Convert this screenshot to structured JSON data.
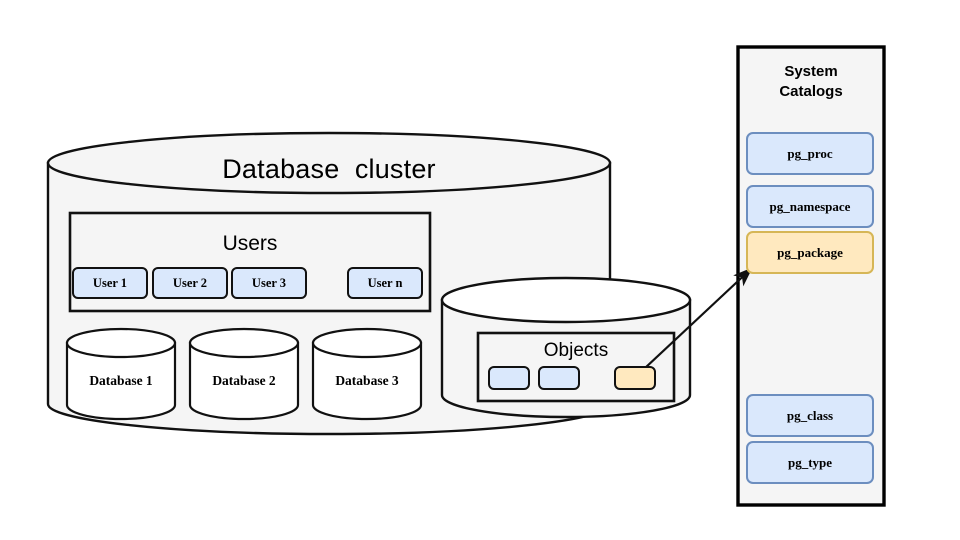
{
  "diagram": {
    "title": "Database cluster diagram with system catalogs",
    "colors": {
      "chip_blue_fill": "#dae8fc",
      "chip_blue_stroke": "#6c8ebf",
      "chip_amber_fill": "#ffe9bf",
      "chip_amber_stroke": "#d6b656",
      "outline": "#111111",
      "cylinder_fill": "#f5f5f5",
      "panel_fill": "#f5f5f5",
      "canvas": "#ffffff"
    }
  },
  "cluster": {
    "title": "Database  cluster",
    "users_box": {
      "title": "Users",
      "chips": [
        {
          "label": "User 1"
        },
        {
          "label": "User 2"
        },
        {
          "label": "User 3"
        },
        {
          "label": "User n"
        }
      ]
    },
    "databases": [
      {
        "label": "Database 1"
      },
      {
        "label": "Database 2"
      },
      {
        "label": "Database 3"
      }
    ],
    "objects_cylinder": {
      "box_title": "Objects",
      "chips": [
        {
          "kind": "blue",
          "label": ""
        },
        {
          "kind": "blue",
          "label": ""
        },
        {
          "kind": "amber",
          "label": ""
        }
      ]
    }
  },
  "system_catalogs_panel": {
    "title": "System\nCatalogs",
    "items": [
      {
        "label": "pg_proc",
        "kind": "blue"
      },
      {
        "label": "pg_namespace",
        "kind": "blue"
      },
      {
        "label": "pg_package",
        "kind": "amber"
      },
      {
        "label": "pg_class",
        "kind": "blue"
      },
      {
        "label": "pg_type",
        "kind": "blue"
      }
    ]
  },
  "connector": {
    "from": "objects-chip-amber",
    "to": "catalog-item-pg_package",
    "style": "single-arrow"
  }
}
